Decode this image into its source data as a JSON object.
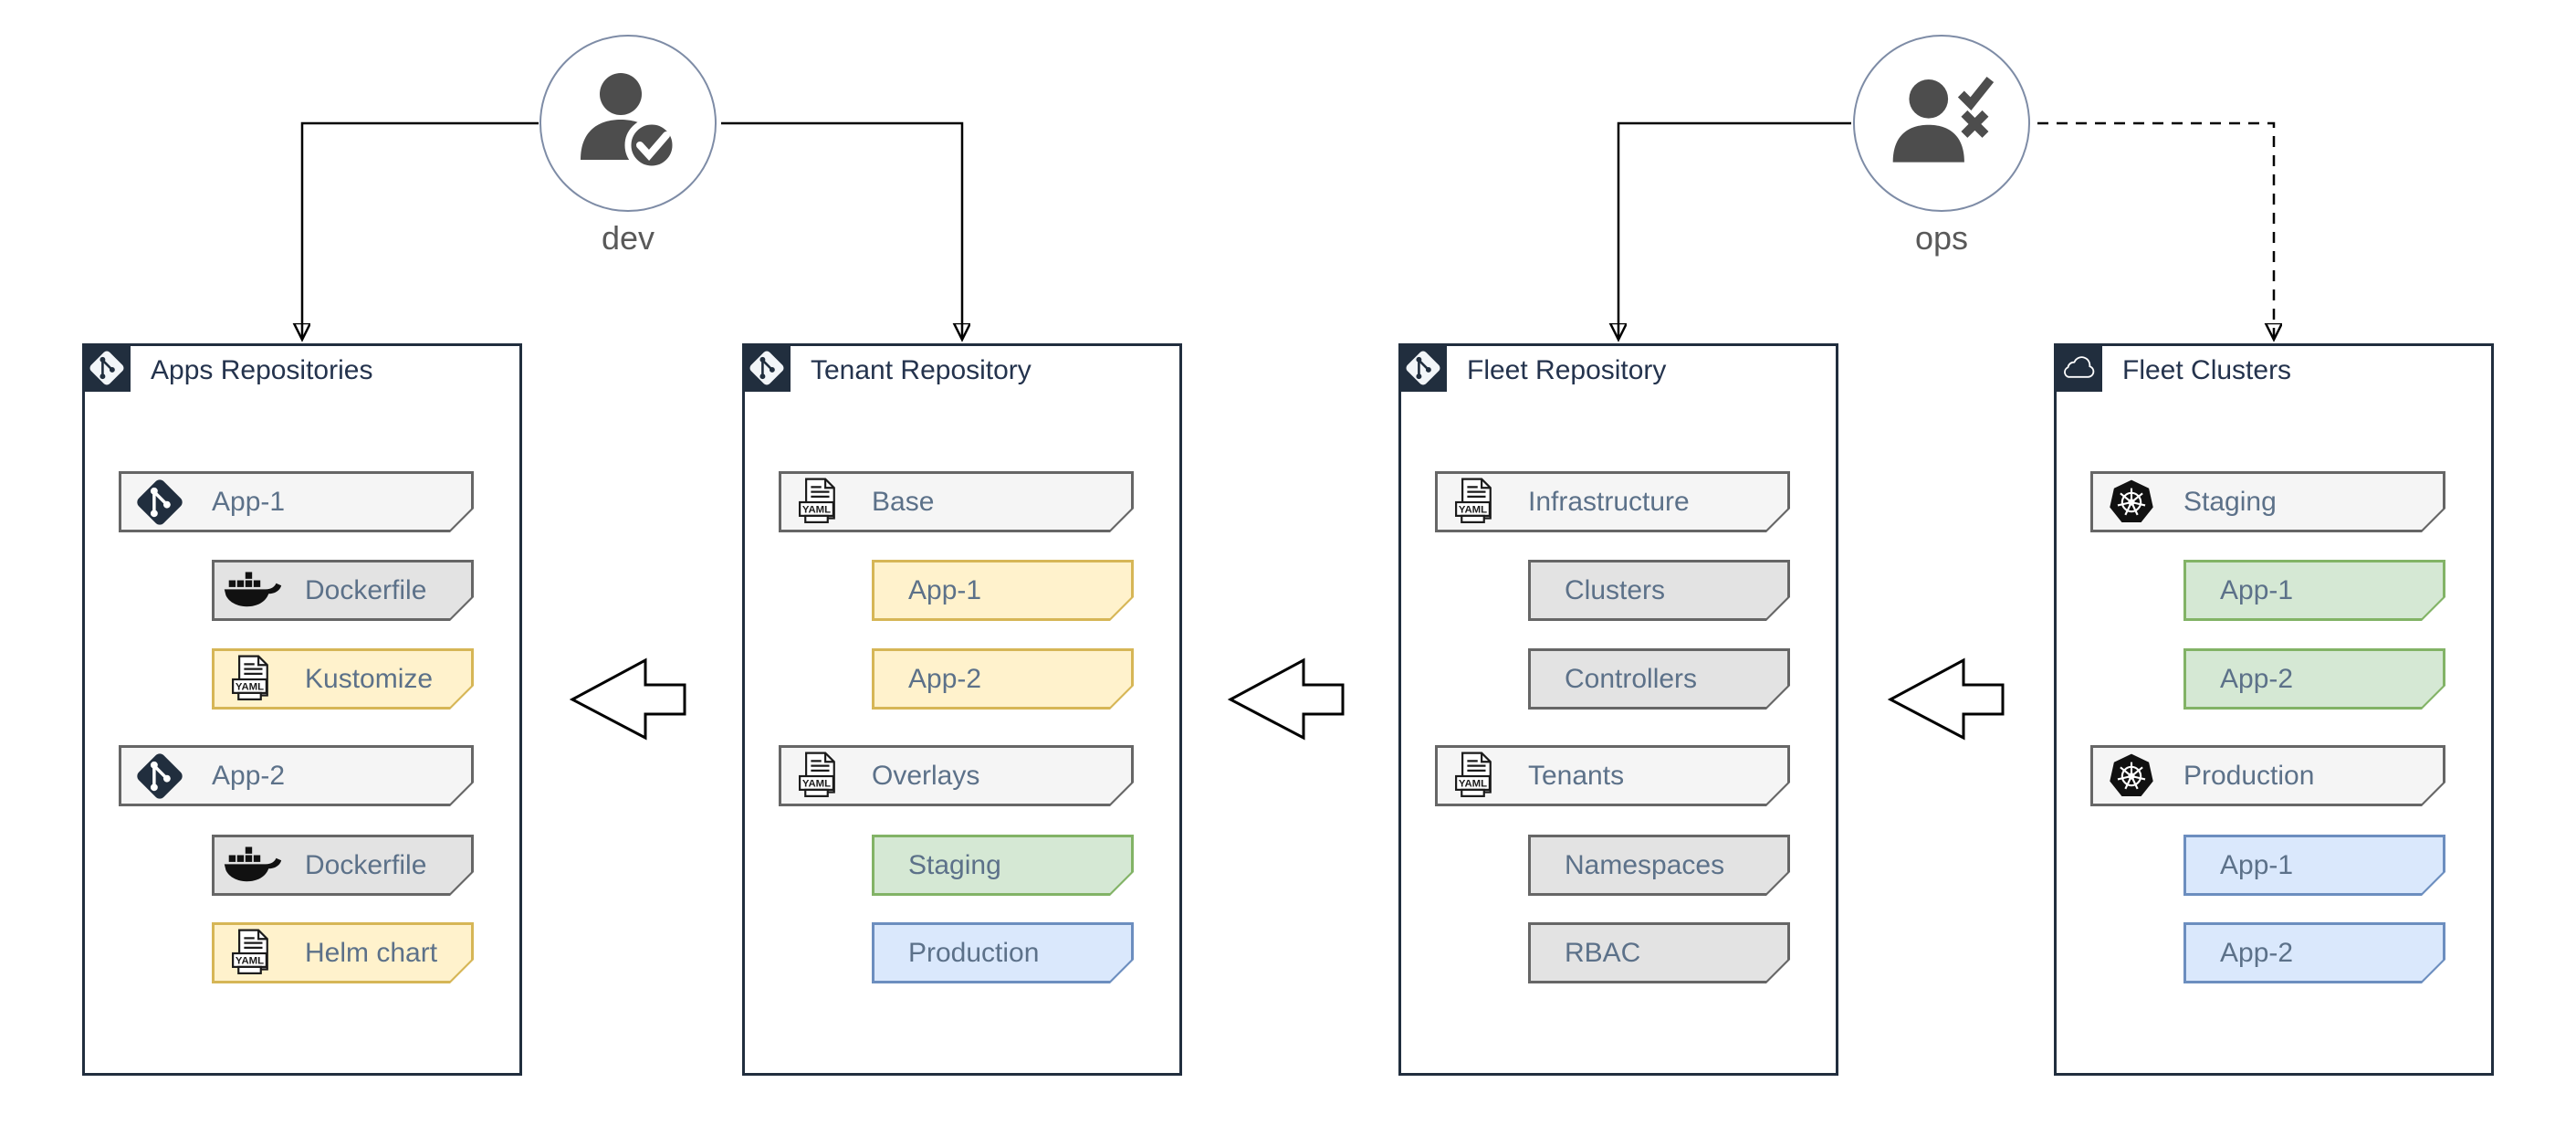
{
  "personas": [
    {
      "name": "dev",
      "icon": "user-approved-icon"
    },
    {
      "name": "ops",
      "icon": "user-check-x-icon"
    }
  ],
  "boxes": [
    {
      "title": "Apps Repositories",
      "header_icon": "git-icon",
      "items": [
        {
          "label": "App-1",
          "icon": "git-icon",
          "level": 1,
          "fill": "#f5f5f5",
          "border": "#666666"
        },
        {
          "label": "Dockerfile",
          "icon": "docker-icon",
          "level": 2,
          "fill": "#e3e3e3",
          "border": "#666666"
        },
        {
          "label": "Kustomize",
          "icon": "yaml-file-icon",
          "level": 2,
          "fill": "#fff2cc",
          "border": "#d6b656"
        },
        {
          "label": "App-2",
          "icon": "git-icon",
          "level": 1,
          "fill": "#f5f5f5",
          "border": "#666666"
        },
        {
          "label": "Dockerfile",
          "icon": "docker-icon",
          "level": 2,
          "fill": "#e3e3e3",
          "border": "#666666"
        },
        {
          "label": "Helm chart",
          "icon": "yaml-file-icon",
          "level": 2,
          "fill": "#fff2cc",
          "border": "#d6b656"
        }
      ]
    },
    {
      "title": "Tenant Repository",
      "header_icon": "git-icon",
      "items": [
        {
          "label": "Base",
          "icon": "yaml-file-icon",
          "level": 1,
          "fill": "#f5f5f5",
          "border": "#666666"
        },
        {
          "label": "App-1",
          "icon": null,
          "level": 2,
          "fill": "#fff2cc",
          "border": "#d6b656"
        },
        {
          "label": "App-2",
          "icon": null,
          "level": 2,
          "fill": "#fff2cc",
          "border": "#d6b656"
        },
        {
          "label": "Overlays",
          "icon": "yaml-file-icon",
          "level": 1,
          "fill": "#f5f5f5",
          "border": "#666666"
        },
        {
          "label": "Staging",
          "icon": null,
          "level": 2,
          "fill": "#d5e8d4",
          "border": "#82b366"
        },
        {
          "label": "Production",
          "icon": null,
          "level": 2,
          "fill": "#dae8fc",
          "border": "#6c8ebf"
        }
      ]
    },
    {
      "title": "Fleet Repository",
      "header_icon": "git-icon",
      "items": [
        {
          "label": "Infrastructure",
          "icon": "yaml-file-icon",
          "level": 1,
          "fill": "#f5f5f5",
          "border": "#666666"
        },
        {
          "label": "Clusters",
          "icon": null,
          "level": 2,
          "fill": "#e3e3e3",
          "border": "#666666"
        },
        {
          "label": "Controllers",
          "icon": null,
          "level": 2,
          "fill": "#e3e3e3",
          "border": "#666666"
        },
        {
          "label": "Tenants",
          "icon": "yaml-file-icon",
          "level": 1,
          "fill": "#f5f5f5",
          "border": "#666666"
        },
        {
          "label": "Namespaces",
          "icon": null,
          "level": 2,
          "fill": "#e3e3e3",
          "border": "#666666"
        },
        {
          "label": "RBAC",
          "icon": null,
          "level": 2,
          "fill": "#e3e3e3",
          "border": "#666666"
        }
      ]
    },
    {
      "title": "Fleet Clusters",
      "header_icon": "cloud-icon",
      "items": [
        {
          "label": "Staging",
          "icon": "kubernetes-icon",
          "level": 1,
          "fill": "#f5f5f5",
          "border": "#666666"
        },
        {
          "label": "App-1",
          "icon": null,
          "level": 2,
          "fill": "#d5e8d4",
          "border": "#82b366"
        },
        {
          "label": "App-2",
          "icon": null,
          "level": 2,
          "fill": "#d5e8d4",
          "border": "#82b366"
        },
        {
          "label": "Production",
          "icon": "kubernetes-icon",
          "level": 1,
          "fill": "#f5f5f5",
          "border": "#666666"
        },
        {
          "label": "App-1",
          "icon": null,
          "level": 2,
          "fill": "#dae8fc",
          "border": "#6c8ebf"
        },
        {
          "label": "App-2",
          "icon": null,
          "level": 2,
          "fill": "#dae8fc",
          "border": "#6c8ebf"
        }
      ]
    }
  ],
  "icons": {
    "yaml_label": "YAML"
  },
  "connectors": [
    {
      "from": "dev",
      "to": "Apps Repositories",
      "style": "solid",
      "arrow": "down"
    },
    {
      "from": "dev",
      "to": "Tenant Repository",
      "style": "solid",
      "arrow": "down"
    },
    {
      "from": "ops",
      "to": "Fleet Repository",
      "style": "solid",
      "arrow": "down"
    },
    {
      "from": "ops",
      "to": "Fleet Clusters",
      "style": "dashed",
      "arrow": "down"
    },
    {
      "between": [
        "Apps Repositories",
        "Tenant Repository"
      ],
      "type": "hollow-block-arrow",
      "direction": "left"
    },
    {
      "between": [
        "Tenant Repository",
        "Fleet Repository"
      ],
      "type": "hollow-block-arrow",
      "direction": "left"
    },
    {
      "between": [
        "Fleet Repository",
        "Fleet Clusters"
      ],
      "type": "hollow-block-arrow",
      "direction": "left"
    }
  ],
  "colors": {
    "box_border": "#212e3e",
    "badge_bg": "#212e3e",
    "title_text": "#24334d",
    "item_text": "#5c7189",
    "persona_ring": "#7e8ca6",
    "persona_icon": "#4d4d4d",
    "persona_text": "#595959",
    "wire": "#000000"
  }
}
